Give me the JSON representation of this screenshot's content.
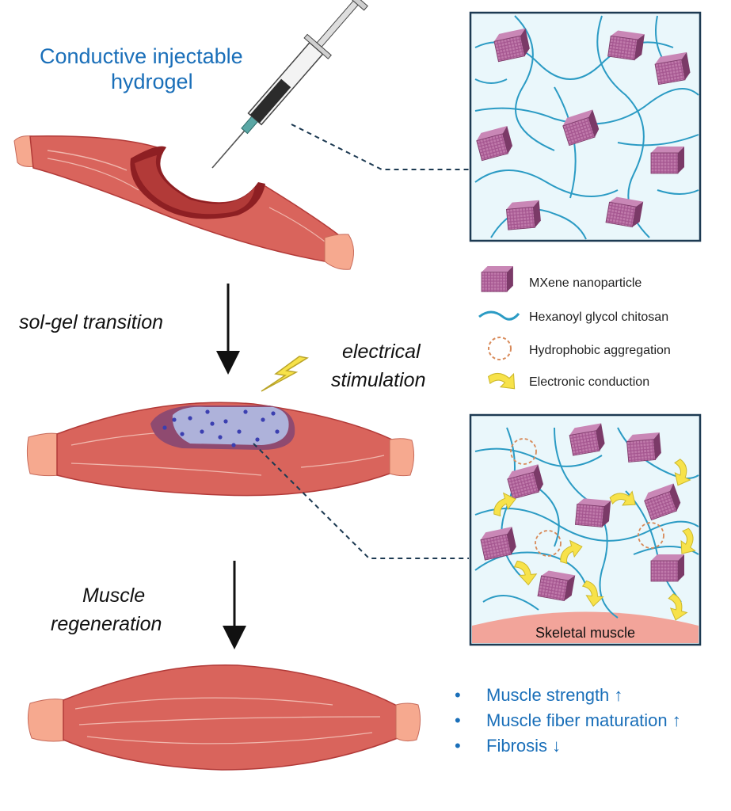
{
  "labels": {
    "injectable_line1": "Conductive injectable",
    "injectable_line2": "hydrogel",
    "sol_gel": "sol-gel transition",
    "stim_line1": "electrical",
    "stim_line2": "stimulation",
    "regen_line1": "Muscle",
    "regen_line2": "regeneration",
    "skeletal_muscle": "Skeletal muscle"
  },
  "legend": {
    "items": [
      {
        "icon": "mxene-cube-icon",
        "text": "MXene nanoparticle"
      },
      {
        "icon": "chitosan-strand-icon",
        "text": "Hexanoyl glycol chitosan"
      },
      {
        "icon": "dashed-circle-icon",
        "text": "Hydrophobic aggregation"
      },
      {
        "icon": "curved-arrow-icon",
        "text": "Electronic conduction"
      }
    ]
  },
  "outcomes": {
    "bullet": "•",
    "items": [
      "Muscle strength ↑",
      "Muscle fiber maturation ↑",
      "Fibrosis ↓"
    ]
  },
  "colors": {
    "text_blue": "#1a6fb9",
    "muscle": "#d9645c",
    "muscle_dark": "#b23a38",
    "tendon": "#f6a98f",
    "mxene": "#a4558f",
    "chitosan": "#2b9bc4",
    "panel_bg": "#eaf7fb",
    "panel_border": "#1d3a52",
    "arrow_yellow": "#f7e24a",
    "aggregation": "#d88a59",
    "hydrogel": "#aeb2da",
    "dot": "#3b3fb0"
  }
}
